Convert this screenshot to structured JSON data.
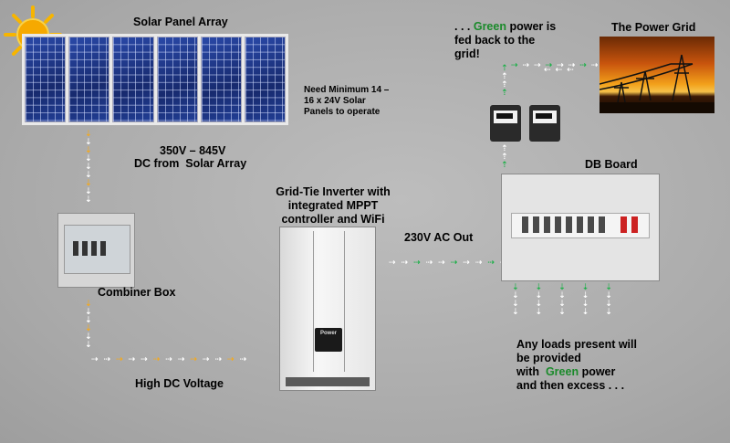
{
  "labels": {
    "solar_array": "Solar Panel Array",
    "need_min": "Need Minimum 14 – 16 x 24V Solar Panels to operate",
    "dc_line1": "350V – 845V",
    "dc_line2": "DC from  Solar Array",
    "combiner": "Combiner Box",
    "high_dc": "High DC Voltage",
    "inverter_l1": "Grid-Tie Inverter with",
    "inverter_l2": "integrated MPPT",
    "inverter_l3": "controller and WiFi",
    "ac_out": "230V AC Out",
    "fed_l1_pre": ". . . ",
    "fed_l1_green": "Green",
    "fed_l1_post": " power is",
    "fed_l2": "fed back to the",
    "fed_l3": "grid!",
    "power_grid": "The Power Grid",
    "db_board": "DB Board",
    "loads_l1": "Any loads present will",
    "loads_l2": "be provided",
    "loads_l3_pre": "with  ",
    "loads_l3_green": "Green",
    "loads_l3_post": " power",
    "loads_l4": "and then excess . . .",
    "inverter_brand": "Power"
  },
  "icons": {
    "sun": "sun-icon",
    "arrow": "chevron-right-icon"
  },
  "colors": {
    "flow_dc_white": "#ffffff",
    "flow_dc_orange": "#f3a91f",
    "flow_ac_green": "#1fb04a",
    "green_text": "#1a8a2a"
  }
}
